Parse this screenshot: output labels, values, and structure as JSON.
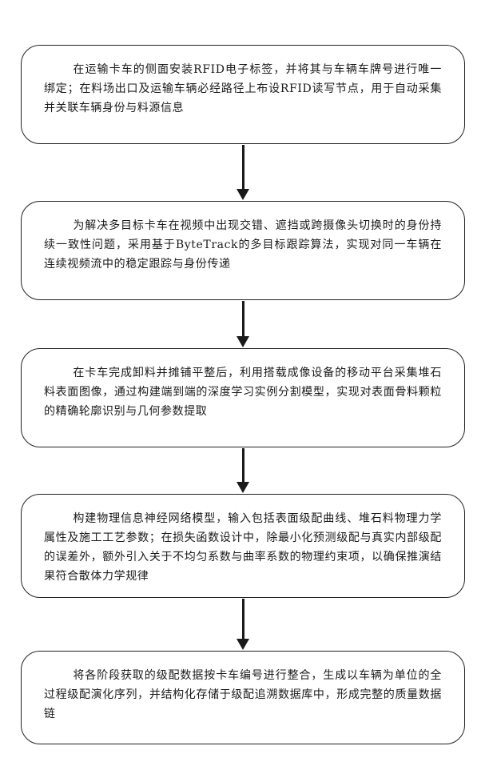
{
  "steps": [
    {
      "text": "在运输卡车的侧面安装RFID电子标签，并将其与车辆车牌号进行唯一绑定；在料场出口及运输车辆必经路径上布设RFID读写节点，用于自动采集并关联车辆身份与料源信息"
    },
    {
      "text": "为解决多目标卡车在视频中出现交错、遮挡或跨摄像头切换时的身份持续一致性问题，采用基于ByteTrack的多目标跟踪算法，实现对同一车辆在连续视频流中的稳定跟踪与身份传递"
    },
    {
      "text": "在卡车完成卸料并摊铺平整后，利用搭载成像设备的移动平台采集堆石料表面图像，通过构建端到端的深度学习实例分割模型，实现对表面骨料颗粒的精确轮廓识别与几何参数提取"
    },
    {
      "text": "构建物理信息神经网络模型，输入包括表面级配曲线、堆石料物理力学属性及施工工艺参数；在损失函数设计中，除最小化预测级配与真实内部级配的误差外，额外引入关于不均匀系数与曲率系数的物理约束项，以确保推演结果符合散体力学规律"
    },
    {
      "text": "将各阶段获取的级配数据按卡车编号进行整合，生成以车辆为单位的全过程级配演化序列，并结构化存储于级配追溯数据库中，形成完整的质量数据链"
    }
  ]
}
